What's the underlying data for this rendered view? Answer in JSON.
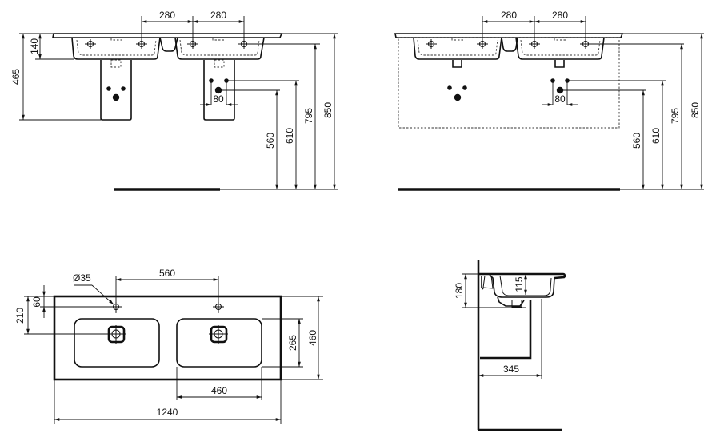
{
  "drawing": {
    "subject": "Double washbasin technical drawing",
    "views": {
      "front_with_pedestals": {
        "dims": {
          "tap_spacing_left": "280",
          "tap_spacing_right": "280",
          "basin_depth": "140",
          "overall_pedestal_height": "465",
          "waste_spacing": "80",
          "waste_height": "560",
          "supply_height": "610",
          "tap_hole_height": "795",
          "rim_height": "850"
        }
      },
      "front_with_cabinet": {
        "dims": {
          "tap_spacing_left": "280",
          "tap_spacing_right": "280",
          "waste_spacing": "80",
          "waste_height": "560",
          "supply_height": "610",
          "tap_hole_height": "795",
          "rim_height": "850"
        }
      },
      "plan": {
        "dims": {
          "tap_hole_diameter": "Ø35",
          "tap_centres": "560",
          "tap_from_back": "60",
          "waste_from_back": "210",
          "bowl_depth": "265",
          "overall_depth": "460",
          "bowl_width": "460",
          "overall_width": "1240"
        }
      },
      "side_section": {
        "dims": {
          "front_height": "180",
          "bowl_depth": "115",
          "projection": "345"
        }
      }
    }
  }
}
